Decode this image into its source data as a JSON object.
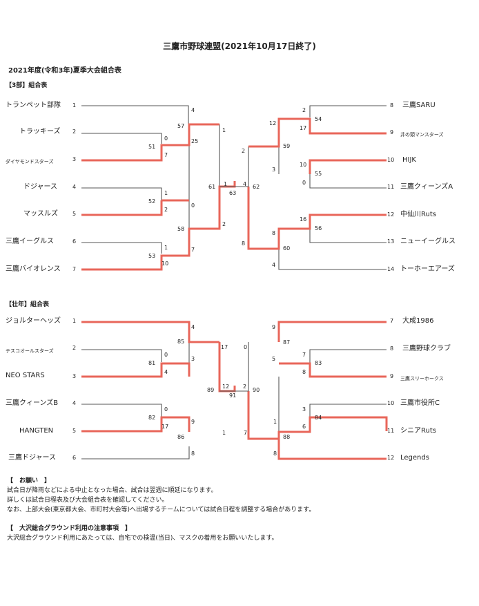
{
  "title": "三鷹市野球連盟(2021年10月17日終了)",
  "subtitle": "2021年度(令和3年)夏季大会組合表",
  "colors": {
    "winner": "#e8665a",
    "line": "#555555"
  },
  "div3": {
    "label": "【3部】組合表",
    "left_teams": [
      {
        "name": "トランペット部隊",
        "seed": "1"
      },
      {
        "name": "トラッキーズ",
        "seed": "2"
      },
      {
        "name": "ダイヤモンドスターズ",
        "seed": "3"
      },
      {
        "name": "ドジャース",
        "seed": "4"
      },
      {
        "name": "マッスルズ",
        "seed": "5"
      },
      {
        "name": "三鷹イーグルス",
        "seed": "6"
      },
      {
        "name": "三鷹バイオレンス",
        "seed": "7"
      }
    ],
    "right_teams": [
      {
        "name": "三鷹SARU",
        "seed": "8"
      },
      {
        "name": "井の頭マンスターズ",
        "seed": "9"
      },
      {
        "name": "HIJK",
        "seed": "10"
      },
      {
        "name": "三鷹クィーンズA",
        "seed": "11"
      },
      {
        "name": "中仙川Ruts",
        "seed": "12"
      },
      {
        "name": "ニューイーグルス",
        "seed": "13"
      },
      {
        "name": "トーホーエアーズ",
        "seed": "14"
      }
    ],
    "scores": {
      "l_g57_top": "4",
      "l_g57": "57",
      "l_g57_bot": "25",
      "l_g51_top": "0",
      "l_g51": "51",
      "l_g51_bot": "7",
      "l_g52_top": "1",
      "l_g52": "52",
      "l_g52_bot": "2",
      "l_g53_top": "1",
      "l_g53": "53",
      "l_g53_bot": "10",
      "l_g58_top": "0",
      "l_g58": "58",
      "l_g58_bot": "7",
      "l_g61_top": "1",
      "l_g61": "61",
      "l_g61_bot": "2",
      "final_left": "1",
      "final": "63",
      "final_right": "4",
      "r_g54_top": "2",
      "r_g54": "54",
      "r_g54_bot": "17",
      "r_g55_top": "10",
      "r_g55": "55",
      "r_g55_bot": "0",
      "r_g56_top": "16",
      "r_g56": "56",
      "r_g59_top": "12",
      "r_g59": "59",
      "r_g59_bot": "3",
      "r_g60_top": "8",
      "r_g60": "60",
      "r_g60_bot": "4",
      "r_g62_top": "2",
      "r_g62": "62",
      "r_g62_bot": "8"
    }
  },
  "senior": {
    "label": "【壮年】組合表",
    "left_teams": [
      {
        "name": "ジョルターヘッズ",
        "seed": "1"
      },
      {
        "name": "テスコオールスターズ",
        "seed": "2"
      },
      {
        "name": "NEO STARS",
        "seed": "3"
      },
      {
        "name": "三鷹クィーンズB",
        "seed": "4"
      },
      {
        "name": "HANGTEN",
        "seed": "5"
      },
      {
        "name": "三鷹ドジャース",
        "seed": "6"
      }
    ],
    "right_teams": [
      {
        "name": "大成1986",
        "seed": "7"
      },
      {
        "name": "三鷹野球クラブ",
        "seed": "8"
      },
      {
        "name": "三鷹スリーホークス",
        "seed": "9"
      },
      {
        "name": "三鷹市役所C",
        "seed": "10"
      },
      {
        "name": "シニアRuts",
        "seed": "11"
      },
      {
        "name": "Legends",
        "seed": "12"
      }
    ],
    "scores": {
      "l_g85_top": "4",
      "l_g85": "85",
      "l_g85_bot": "3",
      "l_g81_top": "0",
      "l_g81": "81",
      "l_g81_bot": "4",
      "l_g82_top": "0",
      "l_g82": "82",
      "l_g82_bot": "17",
      "l_g86_top": "9",
      "l_g86": "86",
      "l_g86_bot": "8",
      "l_g89_top": "17",
      "l_g89": "89",
      "l_g89_bot": "1",
      "final_left": "12",
      "final": "91",
      "final_right": "2",
      "r_g87_top": "9",
      "r_g87": "87",
      "r_g87_bot": "5",
      "r_g83_top": "7",
      "r_g83": "83",
      "r_g83_bot": "8",
      "r_g84_top": "3",
      "r_g84": "84",
      "r_g84_bot": "6",
      "r_g88_top": "1",
      "r_g88": "88",
      "r_g88_bot": "8",
      "r_g90_top": "0",
      "r_g90": "90",
      "r_g90_bot": "7"
    }
  },
  "notes": {
    "request_heading": "【　お願い　】",
    "request_lines": [
      "試合日が降雨などによる中止となった場合、試合は翌週に順延になります。",
      "詳しくは試合日程表及び大会組合表を確認してください。",
      "なお、上部大会(東京都大会、市町村大会等)へ出場するチームについては試合日程を調整する場合があります。"
    ],
    "ground_heading": "【　大沢総合グラウンド利用の注意事項　】",
    "ground_lines": [
      "大沢総合グラウンド利用にあたっては、自宅での検温(当日)、マスクの着用をお願いいたします。"
    ]
  }
}
